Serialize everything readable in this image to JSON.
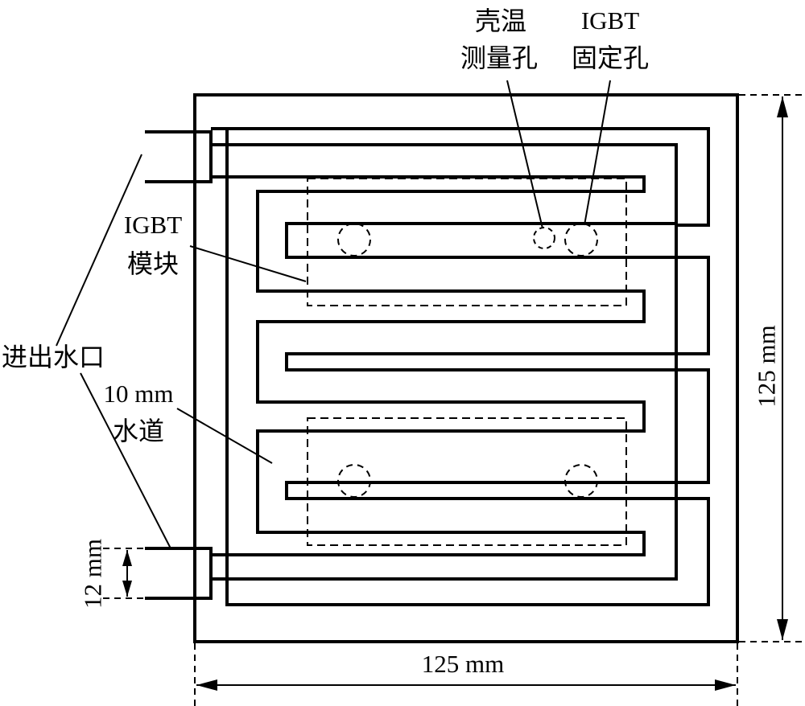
{
  "labels": {
    "case_temp_hole": {
      "line1": "壳温",
      "line2": "测量孔"
    },
    "igbt_fix_hole": {
      "line1": "IGBT",
      "line2": "固定孔"
    },
    "igbt_module": {
      "line1": "IGBT",
      "line2": "模块"
    },
    "inlet_outlet": "进出水口",
    "channel": {
      "line1": "10 mm",
      "line2": "水道"
    },
    "dim_width": "125 mm",
    "dim_height": "125 mm",
    "dim_port": "12 mm"
  },
  "colors": {
    "ink": "#000000",
    "background": "#ffffff"
  }
}
